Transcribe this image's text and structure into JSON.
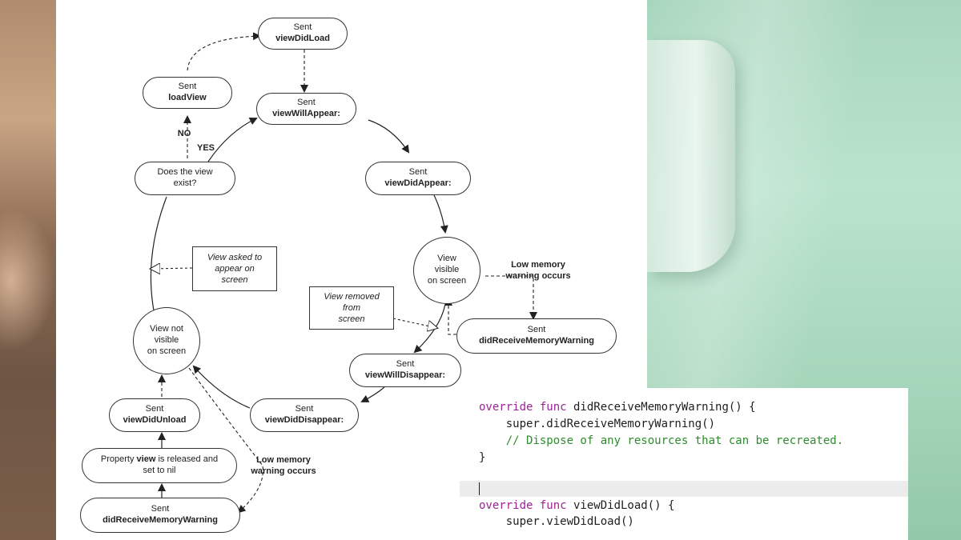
{
  "diagram": {
    "nodes": {
      "view_did_load": {
        "line1": "Sent",
        "line2": "viewDidLoad"
      },
      "load_view": {
        "line1": "Sent",
        "line2": "loadView"
      },
      "view_will_appear": {
        "line1": "Sent",
        "line2": "viewWillAppear:"
      },
      "does_view_exist": {
        "line1": "Does the view",
        "line2": "exist?"
      },
      "view_did_appear": {
        "line1": "Sent",
        "line2": "viewDidAppear:"
      },
      "view_visible": {
        "line1": "View",
        "line2": "visible",
        "line3": "on screen"
      },
      "did_receive_warning_right": {
        "line1": "Sent",
        "line2": "didReceiveMemoryWarning"
      },
      "view_will_disappear": {
        "line1": "Sent",
        "line2": "viewWillDisappear:"
      },
      "view_did_disappear": {
        "line1": "Sent",
        "line2": "viewDidDisappear:"
      },
      "view_not_visible": {
        "line1": "View not",
        "line2": "visible",
        "line3": "on screen"
      },
      "view_did_unload": {
        "line1": "Sent",
        "line2": "viewDidUnload"
      },
      "property_released": {
        "pre": "Property ",
        "bold": "view",
        "post": " is released and",
        "line2": "set to nil"
      },
      "did_receive_warning_left": {
        "line1": "Sent",
        "line2": "didReceiveMemoryWarning"
      }
    },
    "notes": {
      "asked_to_appear": {
        "line1": "View asked to",
        "line2": "appear on",
        "line3": "screen"
      },
      "removed_from_screen": {
        "line1": "View removed",
        "line2": "from",
        "line3": "screen"
      }
    },
    "labels": {
      "no": "NO",
      "yes": "YES",
      "low_memory_right": {
        "line1": "Low memory",
        "line2": "warning occurs"
      },
      "low_memory_left": {
        "line1": "Low memory",
        "line2": "warning occurs"
      }
    }
  },
  "code": {
    "line1": {
      "kw": "override func",
      "rest": " didReceiveMemoryWarning() {"
    },
    "line2": "    super.didReceiveMemoryWarning()",
    "line3": "    // Dispose of any resources that can be recreated.",
    "line4": "}",
    "line6": {
      "kw": "override func",
      "rest": " viewDidLoad() {"
    },
    "line7": "    super.viewDidLoad()"
  },
  "colors": {
    "keyword": "#9b2393",
    "comment": "#2e8b2e",
    "current_line": "#ececec"
  }
}
